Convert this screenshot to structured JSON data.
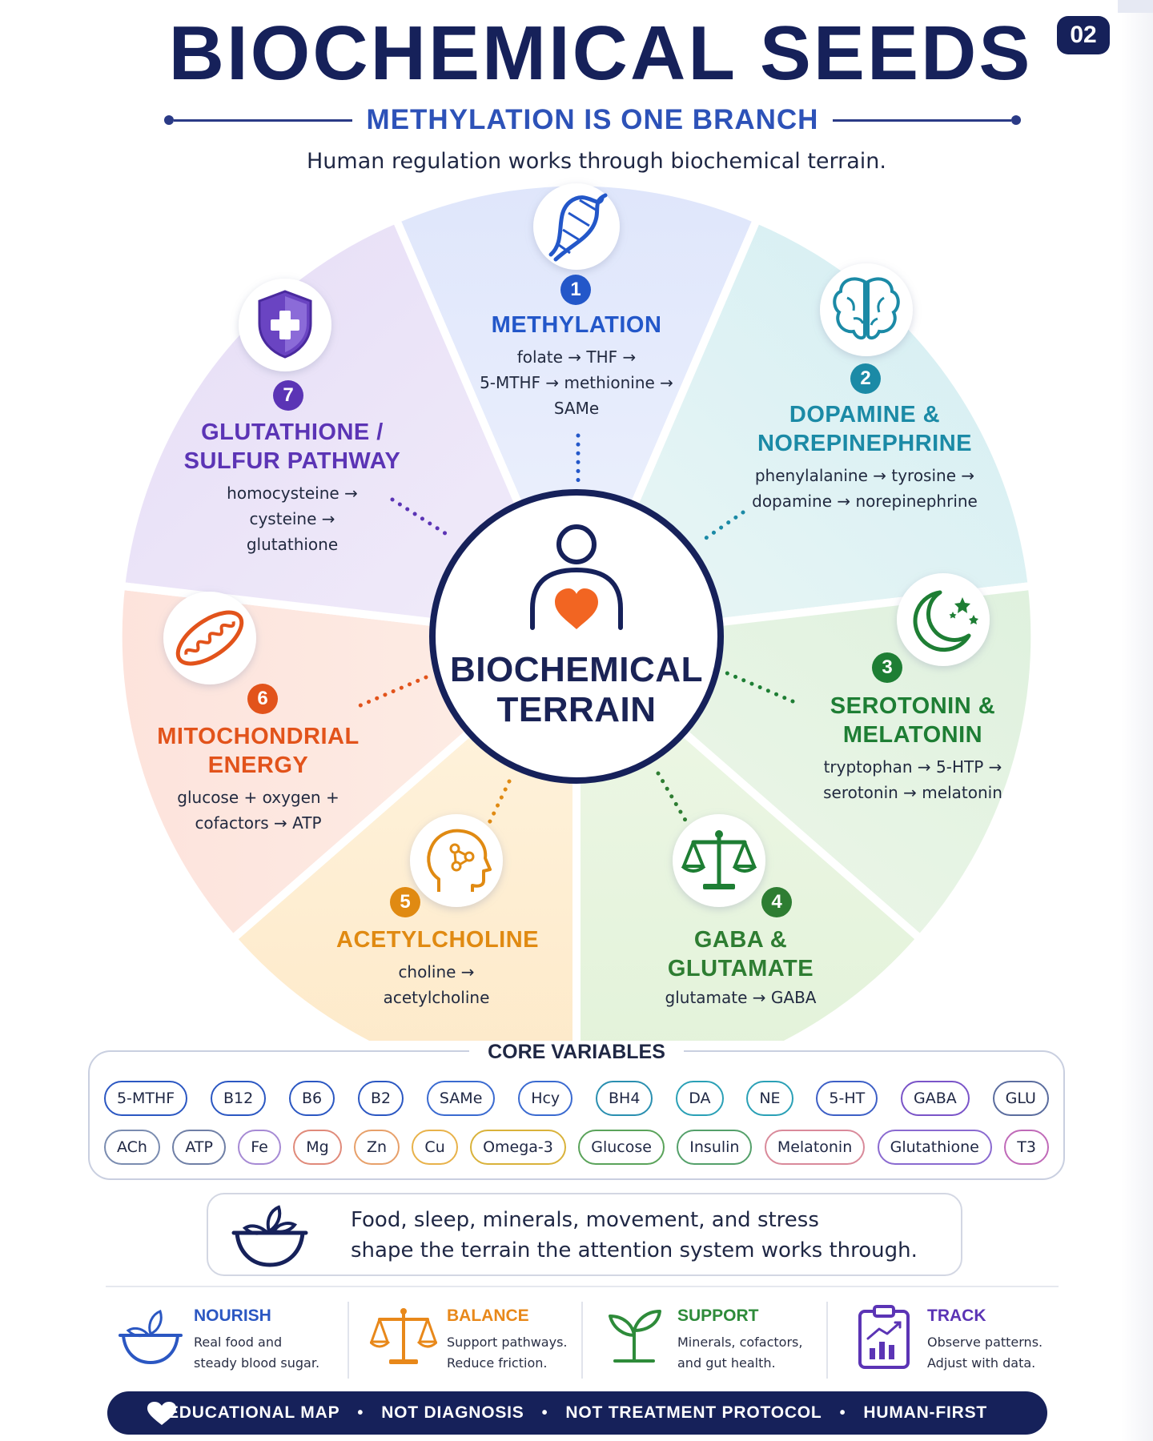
{
  "header": {
    "title": "BIOCHEMICAL SEEDS",
    "page_badge": "02",
    "subtitle": "METHYLATION IS ONE BRANCH",
    "tagline": "Human regulation works through biochemical terrain."
  },
  "center": {
    "line1": "BIOCHEMICAL",
    "line2": "TERRAIN"
  },
  "segments": [
    {
      "num": "1",
      "title1": "METHYLATION",
      "title2": "",
      "desc": [
        "folate → THF →",
        "5-MTHF → methionine →",
        "SAMe"
      ],
      "color": "#2357c9",
      "icon": "dna-icon"
    },
    {
      "num": "2",
      "title1": "DOPAMINE &",
      "title2": "NOREPINEPHRINE",
      "desc": [
        "phenylalanine → tyrosine →",
        "dopamine → norepinephrine"
      ],
      "color": "#1b8aa6",
      "icon": "brain-icon"
    },
    {
      "num": "3",
      "title1": "SEROTONIN &",
      "title2": "MELATONIN",
      "desc": [
        "tryptophan → 5-HTP →",
        "serotonin → melatonin"
      ],
      "color": "#1e7e34",
      "icon": "moon-stars-icon"
    },
    {
      "num": "4",
      "title1": "GABA &",
      "title2": "GLUTAMATE",
      "desc": [
        "glutamate → GABA"
      ],
      "color": "#2e7d32",
      "icon": "scales-icon"
    },
    {
      "num": "5",
      "title1": "ACETYLCHOLINE",
      "title2": "",
      "desc": [
        "choline →",
        "acetylcholine"
      ],
      "color": "#e08a12",
      "icon": "head-network-icon"
    },
    {
      "num": "6",
      "title1": "MITOCHONDRIAL",
      "title2": "ENERGY",
      "desc": [
        "glucose + oxygen +",
        "cofactors → ATP"
      ],
      "color": "#e2531b",
      "icon": "mitochondria-icon"
    },
    {
      "num": "7",
      "title1": "GLUTATHIONE /",
      "title2": "SULFUR PATHWAY",
      "desc": [
        "homocysteine →",
        "cysteine →",
        "glutathione"
      ],
      "color": "#5b34b5",
      "icon": "shield-cross-icon"
    }
  ],
  "core_variables": {
    "title": "CORE VARIABLES",
    "row1": [
      {
        "label": "5-MTHF",
        "color": "#2b57c2"
      },
      {
        "label": "B12",
        "color": "#2b57c2"
      },
      {
        "label": "B6",
        "color": "#2b57c2"
      },
      {
        "label": "B2",
        "color": "#2b57c2"
      },
      {
        "label": "SAMe",
        "color": "#3a6ad0"
      },
      {
        "label": "Hcy",
        "color": "#3a6ad0"
      },
      {
        "label": "BH4",
        "color": "#2a8fb0"
      },
      {
        "label": "DA",
        "color": "#2aa0b6"
      },
      {
        "label": "NE",
        "color": "#2aa0b6"
      },
      {
        "label": "5-HT",
        "color": "#3d5fc6"
      },
      {
        "label": "GABA",
        "color": "#7a54c8"
      },
      {
        "label": "GLU",
        "color": "#5a6c9e"
      }
    ],
    "row2": [
      {
        "label": "ACh",
        "color": "#7a8cb0"
      },
      {
        "label": "ATP",
        "color": "#6f7fa6"
      },
      {
        "label": "Fe",
        "color": "#a68ad4"
      },
      {
        "label": "Mg",
        "color": "#e08a7a"
      },
      {
        "label": "Zn",
        "color": "#e7a06a"
      },
      {
        "label": "Cu",
        "color": "#e8b24a"
      },
      {
        "label": "Omega-3",
        "color": "#d9b23a"
      },
      {
        "label": "Glucose",
        "color": "#5aa35a"
      },
      {
        "label": "Insulin",
        "color": "#54a06a"
      },
      {
        "label": "Melatonin",
        "color": "#d98a9a"
      },
      {
        "label": "Glutathione",
        "color": "#8a6ad0"
      },
      {
        "label": "T3",
        "color": "#c06ab8"
      }
    ]
  },
  "food_note": {
    "line1": "Food, sleep, minerals, movement, and stress",
    "line2": "shape the terrain the attention system works through."
  },
  "pillars": [
    {
      "title": "NOURISH",
      "line1": "Real food and",
      "line2": "steady blood sugar.",
      "color": "#2b57c2",
      "icon": "bowl-leaf-icon"
    },
    {
      "title": "BALANCE",
      "line1": "Support pathways.",
      "line2": "Reduce friction.",
      "color": "#e8881a",
      "icon": "scales-icon"
    },
    {
      "title": "SUPPORT",
      "line1": "Minerals, cofactors,",
      "line2": "and gut health.",
      "color": "#2e8b3a",
      "icon": "sprout-icon"
    },
    {
      "title": "TRACK",
      "line1": "Observe patterns.",
      "line2": "Adjust with data.",
      "color": "#5b34b5",
      "icon": "clipboard-chart-icon"
    }
  ],
  "footer": {
    "items": [
      "EDUCATIONAL MAP",
      "NOT DIAGNOSIS",
      "NOT TREATMENT PROTOCOL",
      "HUMAN-FIRST"
    ],
    "separator": "•",
    "icon": "heart-icon"
  }
}
